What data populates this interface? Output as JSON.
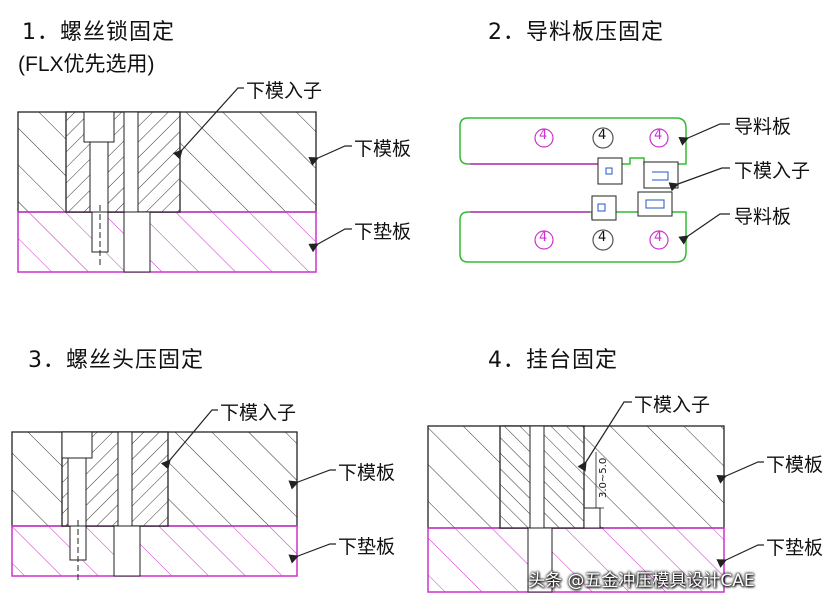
{
  "figures": [
    {
      "number": "1．",
      "title": "螺丝锁固定",
      "subtitle": "(FLX优先选用)"
    },
    {
      "number": "2．",
      "title": "导料板压固定"
    },
    {
      "number": "3．",
      "title": "螺丝头压固定"
    },
    {
      "number": "4．",
      "title": "挂台固定"
    }
  ],
  "labels": {
    "lower_die_insert": "下模入子",
    "lower_die_plate": "下模板",
    "lower_backing_plate": "下垫板",
    "guide_plate": "导料板",
    "hole_number": "4",
    "dimension": "3.0~5.0"
  },
  "watermark": "头条 @五金冲压模具设计CAE",
  "colors": {
    "backing_plate": "#cc33cc",
    "guide_plate_outline": "#33bb33",
    "insert_outline": "#33bb33",
    "line": "#222222"
  }
}
